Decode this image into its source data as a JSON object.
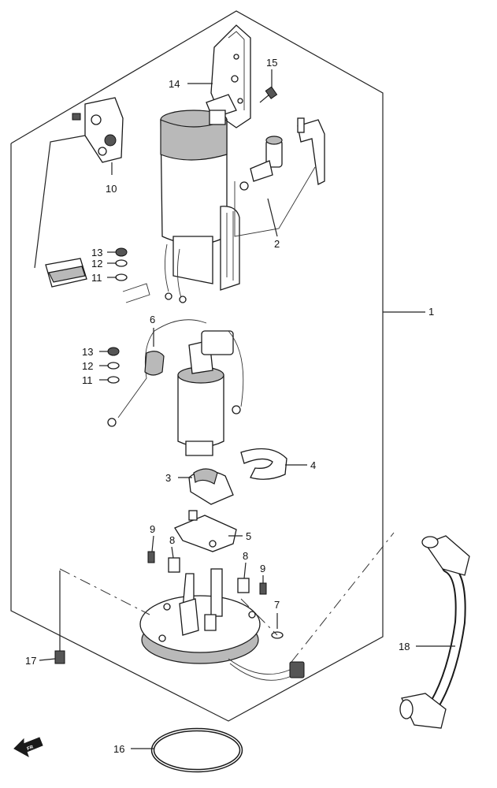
{
  "diagram": {
    "callouts": {
      "p1": "1",
      "p2": "2",
      "p3": "3",
      "p4": "4",
      "p5": "5",
      "p6": "6",
      "p7": "7",
      "p8a": "8",
      "p8b": "8",
      "p9a": "9",
      "p9b": "9",
      "p10": "10",
      "p11a": "11",
      "p11b": "11",
      "p12a": "12",
      "p12b": "12",
      "p13a": "13",
      "p13b": "13",
      "p14": "14",
      "p15": "15",
      "p16": "16",
      "p17": "17",
      "p18": "18"
    },
    "direction_marker": "FR"
  }
}
